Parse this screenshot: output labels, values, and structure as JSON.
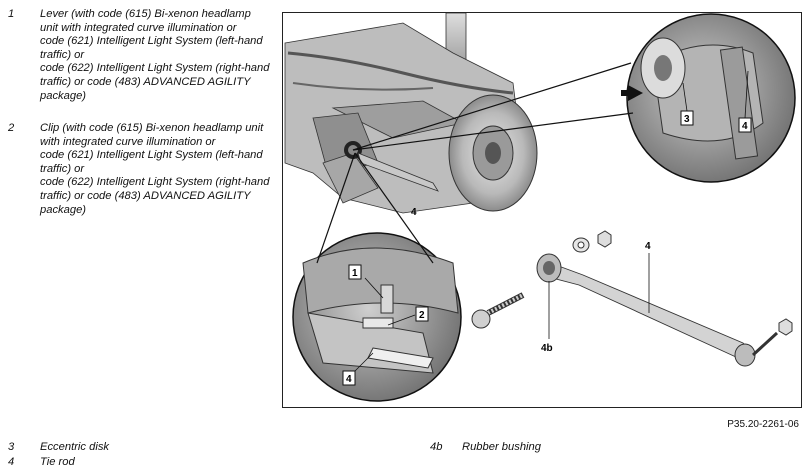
{
  "legend": [
    {
      "num": "1",
      "text": "Lever (with code (615) Bi-xenon headlamp unit with integrated curve illumination or\ncode (621) Intelligent Light System (left-hand traffic) or\n code (622) Intelligent Light System (right-hand traffic) or code (483) ADVANCED AGILITY package)"
    },
    {
      "num": "2",
      "text": "Clip (with code (615) Bi-xenon headlamp unit with integrated curve illumination or\ncode (621) Intelligent Light System (left-hand traffic) or\n code (622) Intelligent Light System (right-hand traffic) or code (483) ADVANCED AGILITY package)"
    }
  ],
  "footer": [
    {
      "num": "3",
      "text": "Eccentric disk"
    },
    {
      "num": "4",
      "text": "Tie rod"
    },
    {
      "num": "4b",
      "text": "Rubber bushing"
    }
  ],
  "figure": {
    "reference": "P35.20-2261-06",
    "callouts": {
      "top_3": "3",
      "top_4": "4",
      "main_4": "4",
      "detail_1": "1",
      "detail_2": "2",
      "detail_4": "4",
      "part_4": "4",
      "part_4b": "4b"
    }
  }
}
